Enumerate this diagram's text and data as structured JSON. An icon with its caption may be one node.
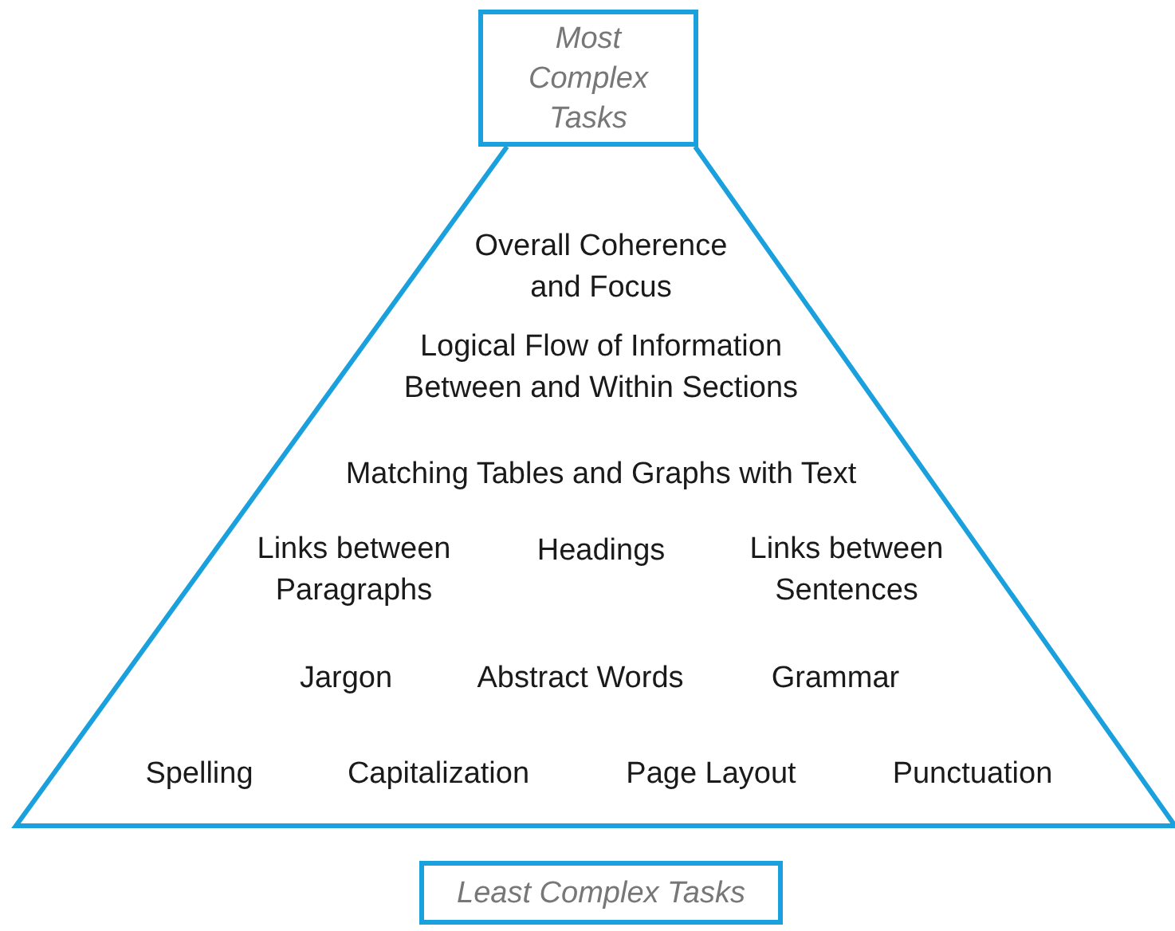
{
  "diagram": {
    "nodes": [
      {
        "text": [
          "Most Complex Tasks"
        ]
      },
      {
        "text": [],
        "shape": "triangle"
      },
      {
        "text": [
          "Least Complex Tasks"
        ]
      }
    ],
    "labels": [
      "Overall Coherence and Focus",
      "Logical Flow of Information Between and Within Sections",
      "Matching Tables and Graphs with Text",
      "Links between Paragraphs",
      "Headings",
      "Links between Sentences",
      "Jargon",
      "Abstract Words",
      "Grammar",
      "Spelling",
      "Capitalization",
      "Page Layout",
      "Punctuation"
    ]
  }
}
